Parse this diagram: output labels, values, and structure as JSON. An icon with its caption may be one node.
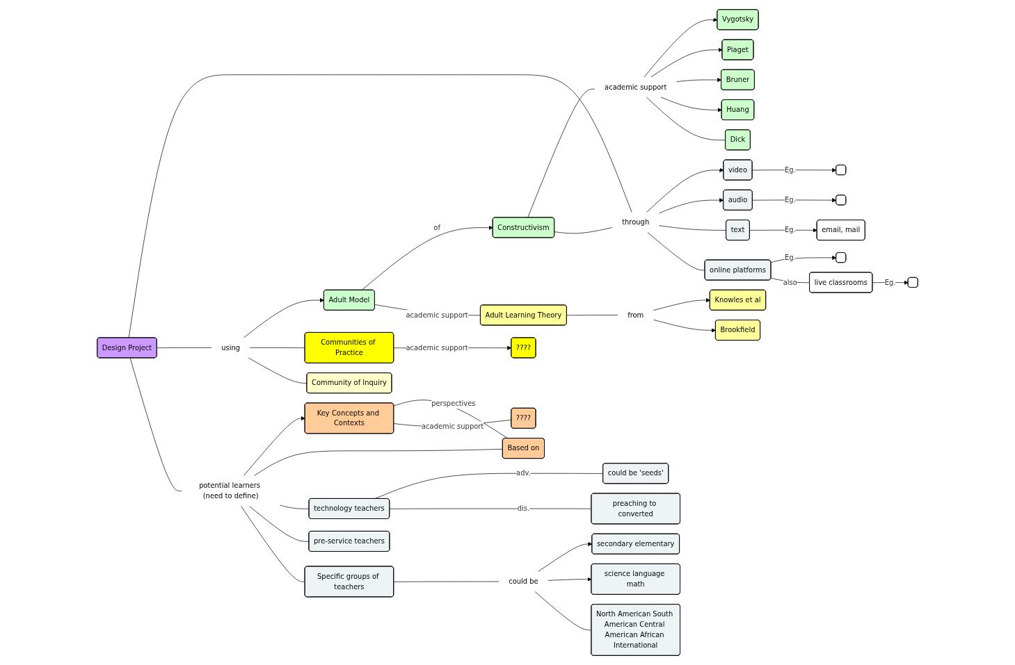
{
  "diagram": {
    "nodes": [
      {
        "text": [
          "Vygotsky"
        ]
      },
      {
        "text": [
          "Piaget"
        ]
      },
      {
        "text": [
          "Bruner"
        ]
      },
      {
        "text": [
          "Constructivism"
        ]
      },
      {
        "text": [
          "academic support"
        ]
      },
      {
        "text": [
          "Huang"
        ]
      },
      {
        "text": [
          "Dick"
        ]
      },
      {
        "text": [
          "through"
        ]
      },
      {
        "text": [
          "video"
        ]
      },
      {
        "text": [],
        "shape": "box"
      },
      {
        "text": [
          "audio"
        ]
      },
      {
        "text": [],
        "shape": "box"
      },
      {
        "text": [
          "text"
        ]
      },
      {
        "text": [
          "email, mail"
        ]
      },
      {
        "text": [
          "online platforms"
        ]
      },
      {
        "text": [],
        "shape": "box"
      },
      {
        "text": [
          "live classrooms"
        ]
      },
      {
        "text": [],
        "shape": "box"
      },
      {
        "text": [
          "Adult Model"
        ]
      },
      {
        "text": [
          "Design Project"
        ]
      },
      {
        "text": [
          "using"
        ]
      },
      {
        "text": [
          "Knowles et al"
        ]
      },
      {
        "text": [
          "from"
        ]
      },
      {
        "text": [
          "Adult Learning Theory"
        ]
      },
      {
        "text": [
          "Brookfield"
        ]
      },
      {
        "text": [
          "Communities of Practice"
        ]
      },
      {
        "text": [
          "????"
        ]
      },
      {
        "text": [
          "Community of Inquiry"
        ]
      },
      {
        "text": [
          "potential learners (need to define)"
        ]
      },
      {
        "text": [
          "Key Concepts and Contexts"
        ]
      },
      {
        "text": [
          "????"
        ]
      },
      {
        "text": [
          "Based on"
        ]
      },
      {
        "text": [
          "technology teachers"
        ]
      },
      {
        "text": [
          "pre-service teachers"
        ]
      },
      {
        "text": [
          "Specific groups of teachers"
        ]
      },
      {
        "text": [
          "secondary elementary"
        ]
      },
      {
        "text": [
          "science language math"
        ]
      },
      {
        "text": [
          "could be"
        ]
      },
      {
        "text": [
          "North American South American Central American African International"
        ]
      },
      {
        "text": [
          "could be 'seeds'"
        ]
      },
      {
        "text": [
          "preaching to converted"
        ]
      }
    ],
    "edges": [
      {
        "from": 3,
        "to": 4,
        "arrow": "none"
      },
      {
        "from": 4,
        "to": 0,
        "arrow": "to"
      },
      {
        "from": 4,
        "to": 1,
        "arrow": "to"
      },
      {
        "from": 4,
        "to": 2,
        "arrow": "to"
      },
      {
        "from": 4,
        "to": 5,
        "arrow": "to"
      },
      {
        "from": 4,
        "to": 6,
        "arrow": "none"
      },
      {
        "from": 18,
        "to": 3,
        "arrow": "to",
        "label": "of"
      },
      {
        "from": 3,
        "to": 7,
        "arrow": "none"
      },
      {
        "from": 7,
        "to": 8,
        "arrow": "to"
      },
      {
        "from": 7,
        "to": 10,
        "arrow": "to"
      },
      {
        "from": 7,
        "to": 12,
        "arrow": "none"
      },
      {
        "from": 7,
        "to": 14,
        "arrow": "none"
      },
      {
        "from": 19,
        "to": 7,
        "arrow": "none"
      },
      {
        "from": 8,
        "to": 9,
        "arrow": "to",
        "label": "Eg."
      },
      {
        "from": 10,
        "to": 11,
        "arrow": "to",
        "label": "Eg."
      },
      {
        "from": 12,
        "to": 13,
        "arrow": "to",
        "label": "Eg."
      },
      {
        "from": 14,
        "to": 15,
        "arrow": "to",
        "label": "Eg."
      },
      {
        "from": 14,
        "to": 16,
        "arrow": "none",
        "label": "also"
      },
      {
        "from": 16,
        "to": 17,
        "arrow": "to",
        "label": "Eg."
      },
      {
        "from": 19,
        "to": 20,
        "arrow": "none"
      },
      {
        "from": 20,
        "to": 18,
        "arrow": "to"
      },
      {
        "from": 20,
        "to": 25,
        "arrow": "none"
      },
      {
        "from": 20,
        "to": 27,
        "arrow": "none"
      },
      {
        "from": 18,
        "to": 23,
        "arrow": "none",
        "label": "academic support"
      },
      {
        "from": 23,
        "to": 22,
        "arrow": "none"
      },
      {
        "from": 22,
        "to": 21,
        "arrow": "to"
      },
      {
        "from": 22,
        "to": 24,
        "arrow": "to"
      },
      {
        "from": 25,
        "to": 26,
        "arrow": "to",
        "label": "academic support"
      },
      {
        "from": 19,
        "to": 28,
        "arrow": "none"
      },
      {
        "from": 28,
        "to": 29,
        "arrow": "to"
      },
      {
        "from": 28,
        "to": 31,
        "arrow": "none"
      },
      {
        "from": 28,
        "to": 32,
        "arrow": "none"
      },
      {
        "from": 28,
        "to": 33,
        "arrow": "none"
      },
      {
        "from": 28,
        "to": 34,
        "arrow": "none"
      },
      {
        "from": 29,
        "to": 31,
        "arrow": "none",
        "label": "perspectives"
      },
      {
        "from": 29,
        "to": 30,
        "arrow": "none",
        "label": "academic support"
      },
      {
        "from": 32,
        "to": 39,
        "arrow": "none",
        "label": "adv."
      },
      {
        "from": 32,
        "to": 40,
        "arrow": "none",
        "label": "dis."
      },
      {
        "from": 34,
        "to": 37,
        "arrow": "none"
      },
      {
        "from": 37,
        "to": 35,
        "arrow": "to"
      },
      {
        "from": 37,
        "to": 36,
        "arrow": "to"
      },
      {
        "from": 37,
        "to": 38,
        "arrow": "none"
      }
    ]
  }
}
